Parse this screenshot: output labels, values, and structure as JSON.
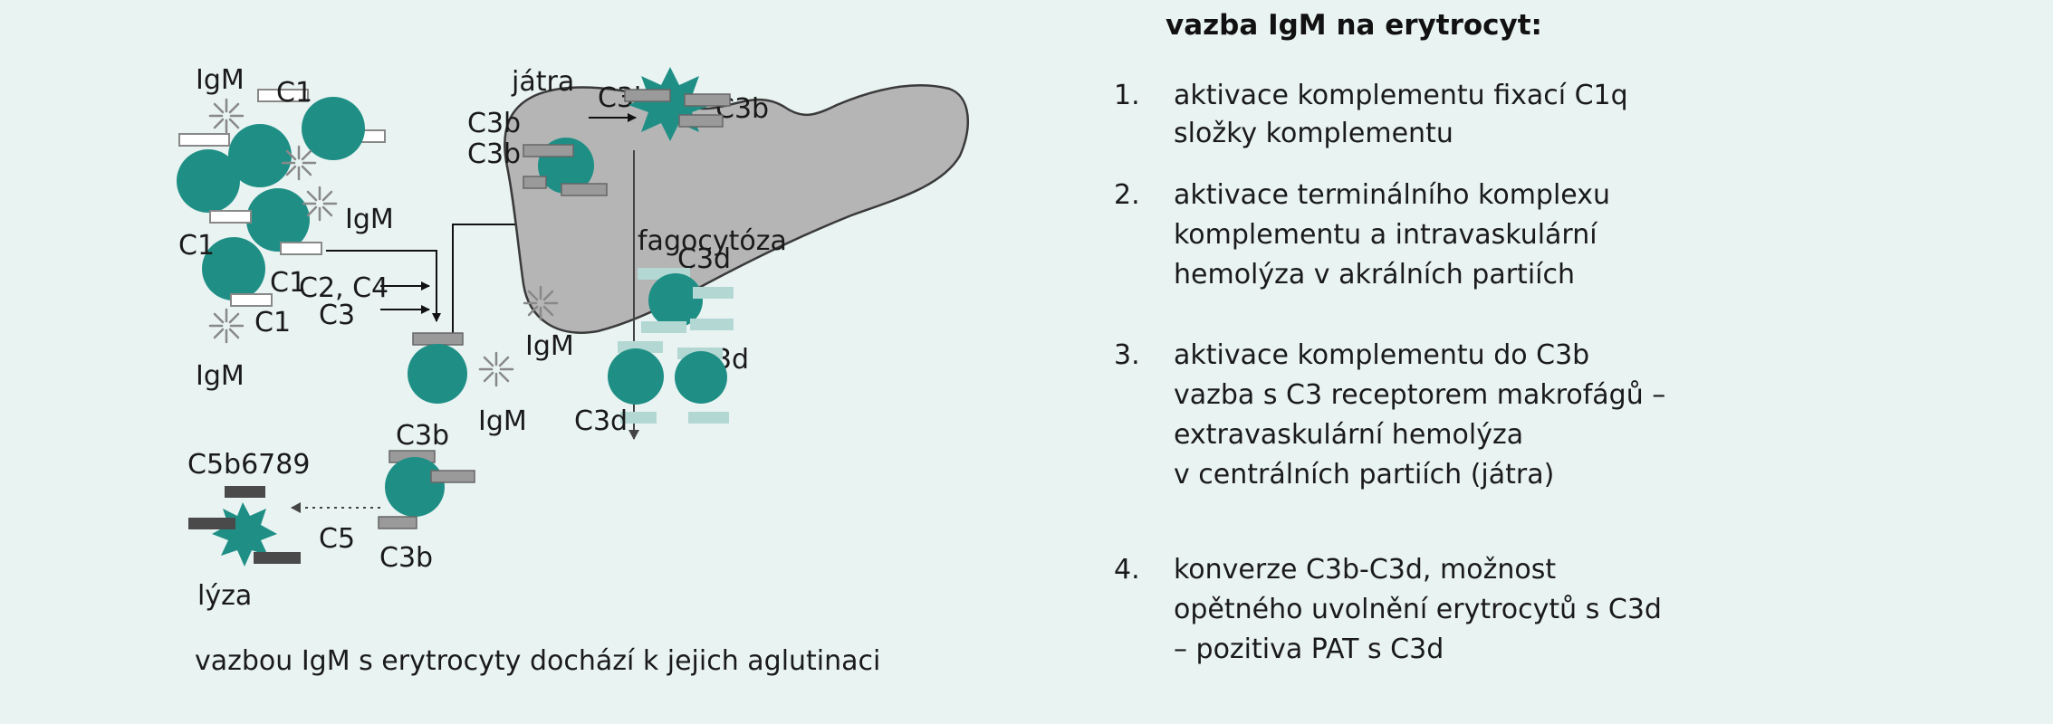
{
  "labels": {
    "igm_1": "IgM",
    "c1_1": "C1",
    "igm_2": "IgM",
    "c1_2": "C1",
    "c1_3": "C1",
    "c1_4": "C1",
    "igm_3": "IgM",
    "c2_c4": "C2, C4",
    "c3": "C3",
    "liver": "játra",
    "liver_c3b_top": "C3b",
    "liver_c3b_right": "C3b",
    "liver_c3b_left1": "C3b",
    "liver_c3b_left2": "C3b",
    "phagocytosis": "fagocytóza",
    "c3b_mid": "C3b",
    "c3b_low": "C3b",
    "c5b": "C5b6789",
    "c5": "C5",
    "lysis": "lýza",
    "igm_4": "IgM",
    "igm_5": "IgM",
    "c3d_1": "C3d",
    "c3d_2": "C3d",
    "c3d_3": "C3d"
  },
  "caption": "vazbou IgM s erytrocyty dochází k jejich aglutinaci",
  "steps_title": "vazba IgM na erytrocyt:",
  "steps": [
    {
      "num": "1.",
      "lines": [
        "aktivace komplementu fixací C1q",
        "složky komplementu"
      ]
    },
    {
      "num": "2.",
      "lines": [
        "aktivace terminálního komplexu",
        "komplementu a intravaskulární",
        "hemolýza v akrálních partiích"
      ]
    },
    {
      "num": "3.",
      "lines": [
        "aktivace komplementu do C3b",
        "vazba s C3 receptorem makrofágů –",
        "extravaskulární hemolýza",
        "v centrálních partiích (játra)"
      ]
    },
    {
      "num": "4.",
      "lines": [
        "konverze C3b-C3d, možnost",
        "opětného uvolnění erytrocytů s C3d",
        "– pozitiva PAT s C3d"
      ]
    }
  ],
  "colors": {
    "background": "#e9f3f2",
    "cell": "#1f8f86",
    "liver": "#b5b5b5",
    "c3b_bar": "#9a9a9a",
    "c3d_bar": "#b3d8d4",
    "c1_bar": "#ffffff",
    "c5b_bar": "#4a4a4a"
  }
}
